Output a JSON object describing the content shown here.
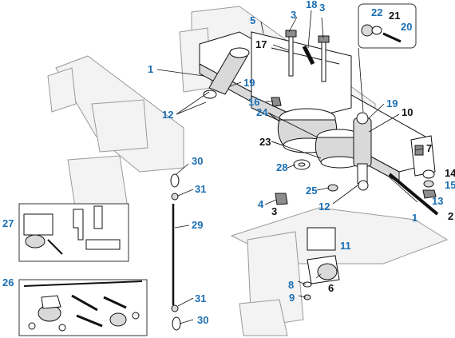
{
  "callouts": [
    {
      "id": "c1a",
      "text": "1",
      "color": "blue"
    },
    {
      "id": "c1b",
      "text": "1",
      "color": "blue"
    },
    {
      "id": "c2",
      "text": "2",
      "color": "black"
    },
    {
      "id": "c3a",
      "text": "3",
      "color": "black"
    },
    {
      "id": "c3b",
      "text": "3",
      "color": "blue"
    },
    {
      "id": "c3c",
      "text": "3",
      "color": "blue"
    },
    {
      "id": "c4",
      "text": "4",
      "color": "blue"
    },
    {
      "id": "c5",
      "text": "5",
      "color": "blue"
    },
    {
      "id": "c6",
      "text": "6",
      "color": "black"
    },
    {
      "id": "c7",
      "text": "7",
      "color": "black"
    },
    {
      "id": "c8",
      "text": "8",
      "color": "blue"
    },
    {
      "id": "c9",
      "text": "9",
      "color": "blue"
    },
    {
      "id": "c10",
      "text": "10",
      "color": "black"
    },
    {
      "id": "c11",
      "text": "11",
      "color": "blue"
    },
    {
      "id": "c12a",
      "text": "12",
      "color": "blue"
    },
    {
      "id": "c12b",
      "text": "12",
      "color": "blue"
    },
    {
      "id": "c13",
      "text": "13",
      "color": "blue"
    },
    {
      "id": "c14",
      "text": "14",
      "color": "black"
    },
    {
      "id": "c15",
      "text": "15",
      "color": "blue"
    },
    {
      "id": "c16",
      "text": "16",
      "color": "blue"
    },
    {
      "id": "c17",
      "text": "17",
      "color": "black"
    },
    {
      "id": "c18",
      "text": "18",
      "color": "blue"
    },
    {
      "id": "c19a",
      "text": "19",
      "color": "blue"
    },
    {
      "id": "c19b",
      "text": "19",
      "color": "blue"
    },
    {
      "id": "c20",
      "text": "20",
      "color": "blue"
    },
    {
      "id": "c21",
      "text": "21",
      "color": "black"
    },
    {
      "id": "c22",
      "text": "22",
      "color": "blue"
    },
    {
      "id": "c23",
      "text": "23",
      "color": "black"
    },
    {
      "id": "c24",
      "text": "24",
      "color": "blue"
    },
    {
      "id": "c25",
      "text": "25",
      "color": "blue"
    },
    {
      "id": "c26",
      "text": "26",
      "color": "blue"
    },
    {
      "id": "c27",
      "text": "27",
      "color": "blue"
    },
    {
      "id": "c28",
      "text": "28",
      "color": "blue"
    },
    {
      "id": "c29",
      "text": "29",
      "color": "blue"
    },
    {
      "id": "c30a",
      "text": "30",
      "color": "blue"
    },
    {
      "id": "c30b",
      "text": "30",
      "color": "blue"
    },
    {
      "id": "c31a",
      "text": "31",
      "color": "blue"
    },
    {
      "id": "c31b",
      "text": "31",
      "color": "blue"
    }
  ],
  "colors": {
    "blue": "#1b6fb3",
    "black": "#111111"
  }
}
